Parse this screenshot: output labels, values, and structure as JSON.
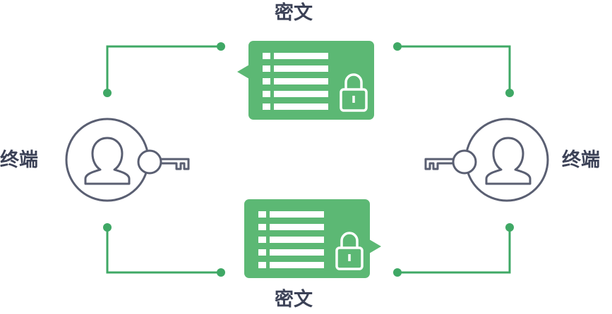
{
  "labels": {
    "ciphertext_top": "密文",
    "ciphertext_bottom": "密文",
    "terminal_left": "终端",
    "terminal_right": "终端"
  },
  "icons": {
    "terminal_left": "user-icon",
    "terminal_right": "user-icon",
    "key_left": "key-icon",
    "key_right": "key-icon",
    "message_top": "encrypted-message-icon",
    "message_bottom": "encrypted-message-icon",
    "lock": "lock-icon"
  },
  "colors": {
    "accent_green": "#5cb874",
    "line_green": "#3fa865",
    "outline_gray": "#5a5f72",
    "text_dark": "#3c4257",
    "white": "#ffffff"
  }
}
